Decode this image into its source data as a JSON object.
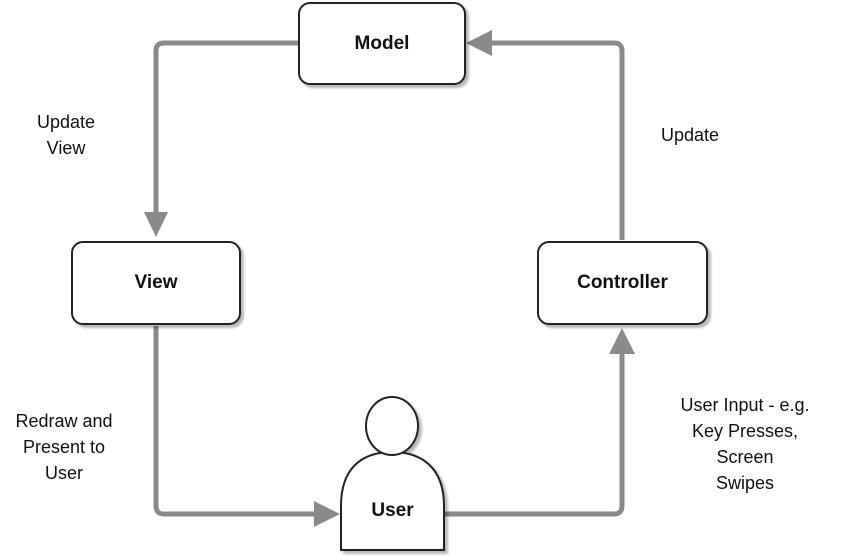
{
  "nodes": {
    "model": "Model",
    "view": "View",
    "controller": "Controller",
    "user": "User"
  },
  "edges": {
    "update_view": "Update\nView",
    "update": "Update",
    "redraw": "Redraw and\nPresent to\nUser",
    "user_input": "User Input - e.g.\nKey Presses,\nScreen\nSwipes"
  },
  "colors": {
    "arrow": "#8a8a8a",
    "border": "#222222"
  }
}
